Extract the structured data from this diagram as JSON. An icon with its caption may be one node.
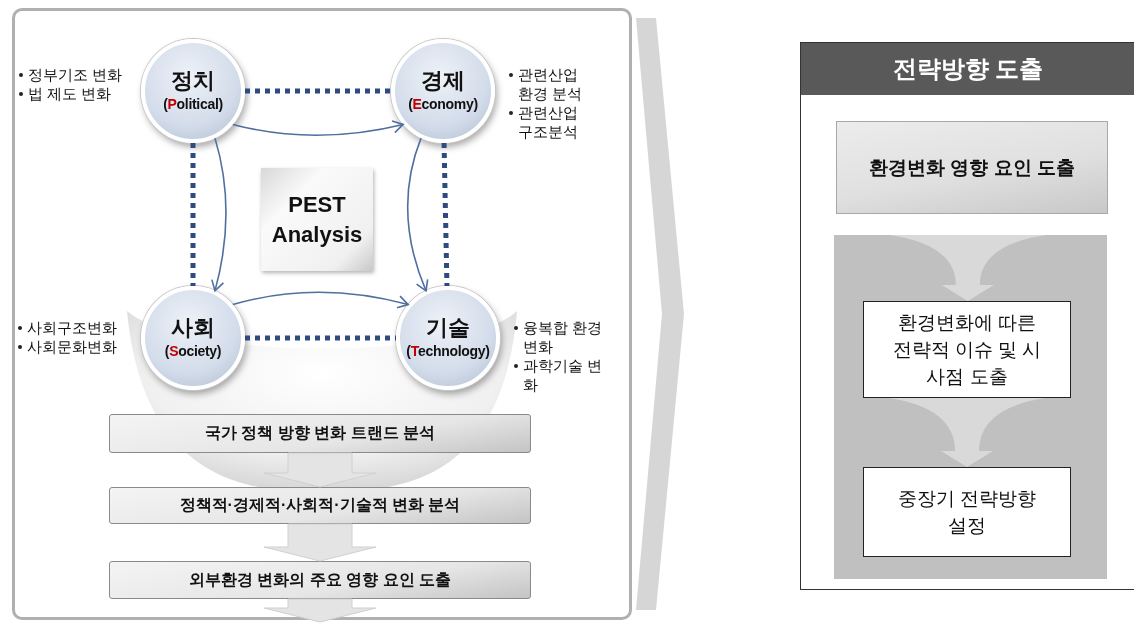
{
  "diagram": {
    "nodes": [
      {
        "text": [],
        "shape": "box"
      },
      {
        "text": [
          "정치",
          "(Political)"
        ],
        "beside": [
          "정부기조 변화",
          "법 제도 변화"
        ],
        "in": 0
      },
      {
        "text": [
          "경제",
          "(Economy)"
        ],
        "beside": [
          "관련산업 환경 분석",
          "관련산업 구조분석"
        ],
        "in": 0
      },
      {
        "text": [
          "PEST Analysis"
        ],
        "in": 0
      },
      {
        "text": [
          "사회",
          "(Society)"
        ],
        "beside": [
          "사회구조변화",
          "사회문화변화"
        ],
        "in": 0
      },
      {
        "text": [
          "기술",
          "(Technology)"
        ],
        "beside": [
          "융복합 환경 변화",
          "과학기술 변화"
        ],
        "in": 0
      },
      {
        "text": [
          "국가 정책 방향 변화 트랜드 분석"
        ],
        "in": 0
      },
      {
        "text": [
          "정책적·경제적·사회적·기술적 변화 분석"
        ],
        "in": 0
      },
      {
        "text": [
          "외부환경 변화의 주요 영향 요인 도출"
        ],
        "in": 0
      },
      {
        "text": [
          "전략방향 도출"
        ]
      },
      {
        "text": [
          "환경변화 영향 요인 도출"
        ],
        "in": 9
      },
      {
        "text": [],
        "shape": "box",
        "in": 9
      },
      {
        "text": [
          "환경변화에 따른 전략적 이슈 및 시사점 도출"
        ],
        "in": 11
      },
      {
        "text": [
          "중장기 전략방향 설정"
        ],
        "in": 11
      }
    ],
    "edges": [
      {
        "from": 1,
        "to": 2,
        "arrow": "none",
        "style": "dashed",
        "color": "#2e4a80"
      },
      {
        "from": 1,
        "to": 4,
        "arrow": "none",
        "style": "dashed",
        "color": "#2e4a80"
      },
      {
        "from": 2,
        "to": 5,
        "arrow": "none",
        "style": "dashed",
        "color": "#2e4a80"
      },
      {
        "from": 4,
        "to": 5,
        "arrow": "none",
        "style": "dashed",
        "color": "#2e4a80"
      },
      {
        "from": 1,
        "to": 2,
        "arrow": "to"
      },
      {
        "from": 1,
        "to": 4,
        "arrow": "to"
      },
      {
        "from": 2,
        "to": 5,
        "arrow": "to"
      },
      {
        "from": 4,
        "to": 5,
        "arrow": "to"
      },
      {
        "from": 6,
        "to": 7,
        "arrow": "to",
        "style": "thick",
        "color": "#e4e4e4"
      },
      {
        "from": 7,
        "to": 8,
        "arrow": "to",
        "style": "thick",
        "color": "#e4e4e4"
      },
      {
        "from": 8,
        "to": null,
        "arrow": "to",
        "style": "thick",
        "color": "#e4e4e4"
      },
      {
        "from": 0,
        "to": 9,
        "arrow": "to",
        "color": "#d6d6d6"
      },
      {
        "from": null,
        "to": 12,
        "arrow": "to",
        "color": "#d9d9d9"
      },
      {
        "from": 12,
        "to": 13,
        "arrow": "to",
        "color": "#d9d9d9"
      }
    ]
  }
}
